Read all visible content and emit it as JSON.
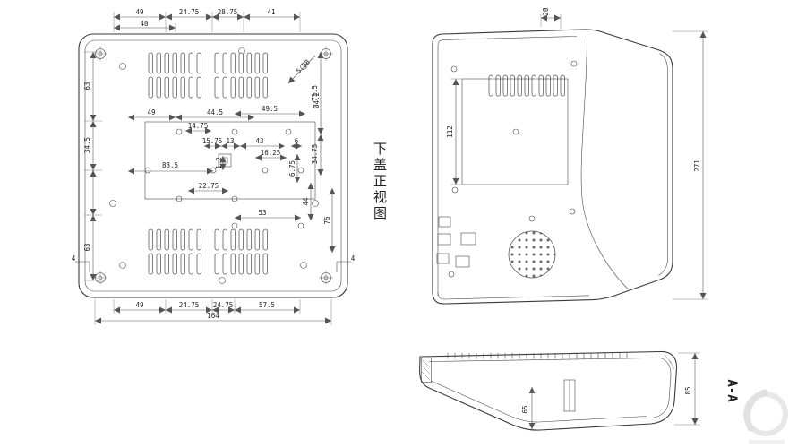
{
  "colors": {
    "line": "#3a3a3a",
    "dim": "#555555",
    "text": "#1f1f1f",
    "watermark": "#d5d5d5"
  },
  "bottom_view": {
    "title": "下盖正视图",
    "dims": {
      "top_chain": [
        "49",
        "24.75",
        "28.75",
        "41"
      ],
      "top_40": "40",
      "callout_diag": "5.58",
      "callout_hole": "Ø4.2",
      "left_top": "63",
      "left_mid": "34.5",
      "left_bottom": "63",
      "right_715": "71.5",
      "right_3475": "34.75",
      "right_675": "6.75",
      "right_44": "44",
      "right_76": "76",
      "mid_49": "49",
      "mid_445": "44.5",
      "mid_495": "49.5",
      "mid_1475": "14.75",
      "mid_1575": "15.75",
      "mid_13": "13",
      "mid_43": "43",
      "mid_6": "6",
      "mid_885": "88.5",
      "mid_12": "1.2",
      "mid_1625": "16.25",
      "mid_2275": "22.75",
      "mid_53": "53",
      "bottom_chain": [
        "49",
        "24.75",
        "24.75",
        "57.5"
      ],
      "bottom_164": "164",
      "corner_left": "4",
      "corner_right": "4"
    }
  },
  "front_view": {
    "dims": {
      "top_20": "20",
      "right_271": "271",
      "screen_112": "112"
    }
  },
  "section_view": {
    "label": "A-A",
    "dims": {
      "height_85": "85",
      "depth_65": "65"
    }
  }
}
